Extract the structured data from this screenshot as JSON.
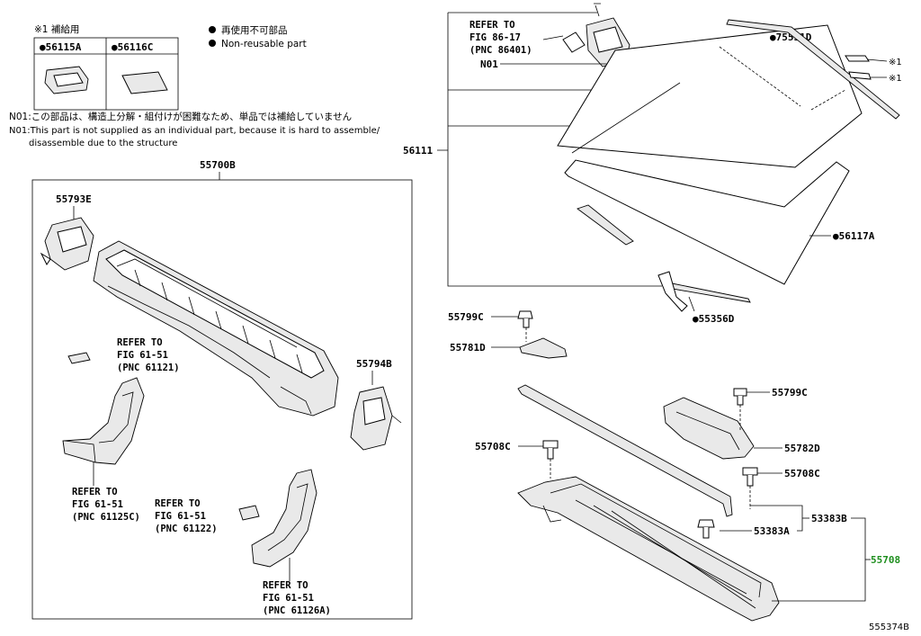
{
  "legend": {
    "supply_header": "※1 補給用",
    "supply_items": [
      "●56115A",
      "●56116C"
    ],
    "nonreusable_jp": "再使用不可部品",
    "nonreusable_en": "Non-reusable part",
    "note_jp": "N01:この部品は、構造上分解・組付けが困難なため、単品では補給していません",
    "note_en_1": "N01:This part is not supplied as an individual part, because it is hard to assemble/",
    "note_en_2": "disassemble due to the structure"
  },
  "labels": {
    "p55700B": "55700B",
    "p55793E": "55793E",
    "p55794B": "55794B",
    "p56111": "56111",
    "p75531D": "●75531D",
    "mark1a": "※1",
    "mark1b": "※1",
    "p56117A": "●56117A",
    "p55356D": "●55356D",
    "pN01": "N01",
    "p55799C_a": "55799C",
    "p55781D": "55781D",
    "p55799C_b": "55799C",
    "p55782D": "55782D",
    "p55708C_a": "55708C",
    "p55708C_b": "55708C",
    "p53383B": "53383B",
    "p53383A": "53383A",
    "p55708": "55708",
    "figure_code": "555374B"
  },
  "refs": {
    "r1": [
      "REFER TO",
      "FIG 86-17",
      "(PNC 86401)"
    ],
    "r2": [
      "REFER TO",
      "FIG 61-51",
      "(PNC 61121)"
    ],
    "r3": [
      "REFER TO",
      "FIG 61-51",
      "(PNC 61125C)"
    ],
    "r4": [
      "REFER TO",
      "FIG 61-51",
      "(PNC 61122)"
    ],
    "r5": [
      "REFER TO",
      "FIG 61-51",
      "(PNC 61126A)"
    ]
  },
  "colors": {
    "highlight": "#1f8f1f",
    "ink": "#000000"
  }
}
